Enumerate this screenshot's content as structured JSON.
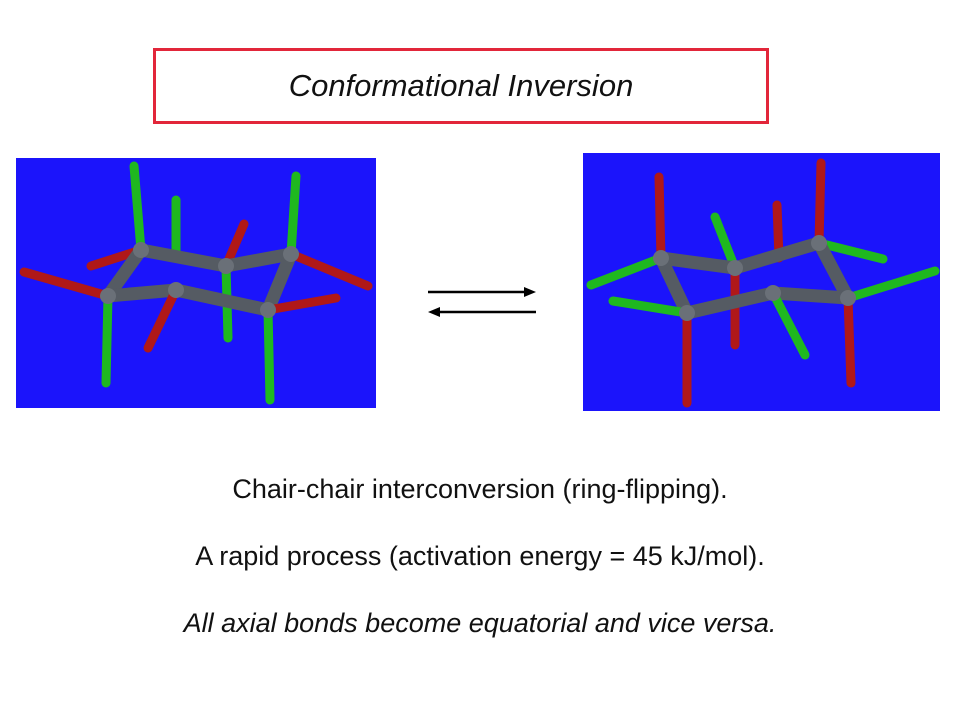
{
  "title": "Conformational Inversion",
  "captions": [
    "Chair-chair interconversion (ring-flipping).",
    "A rapid process (activation energy = 45 kJ/mol).",
    "All axial bonds become equatorial and vice versa."
  ],
  "colors": {
    "background": "#ffffff",
    "title_border": "#e2263a",
    "panel_background": "#1b14fb",
    "carbon": "#555b63",
    "hydrogen_green": "#22cc22",
    "hydrogen_red": "#cc1a1a"
  },
  "icons": [
    "equilibrium-arrows-icon"
  ]
}
